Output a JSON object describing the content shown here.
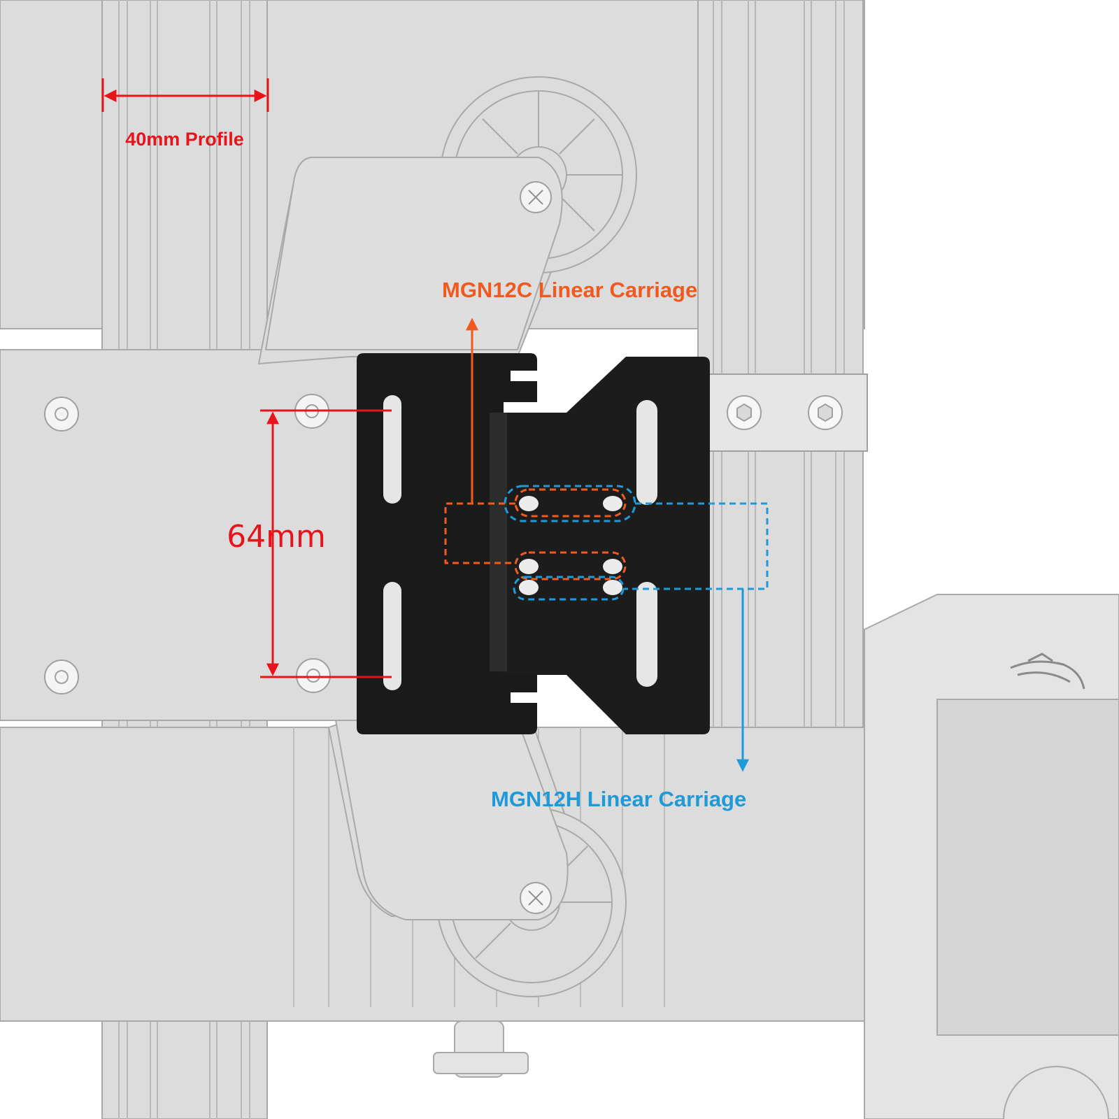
{
  "labels": {
    "profile": "40mm Profile",
    "spacing": "64mm",
    "mgn12c": "MGN12C Linear Carriage",
    "mgn12h": "MGN12H Linear Carriage"
  },
  "colors": {
    "dimension": "#e8141c",
    "mgn12c": "#f05a1e",
    "mgn12h": "#1f9ad8",
    "plate": "#1a1a1a",
    "frame": "#dcdcdc",
    "frame_line": "#a9a9a9",
    "background": "#ffffff"
  },
  "icons": [
    "screw-head-icon",
    "socket-cap-screw-icon",
    "slot-hole-icon",
    "dragon-logo-icon"
  ]
}
